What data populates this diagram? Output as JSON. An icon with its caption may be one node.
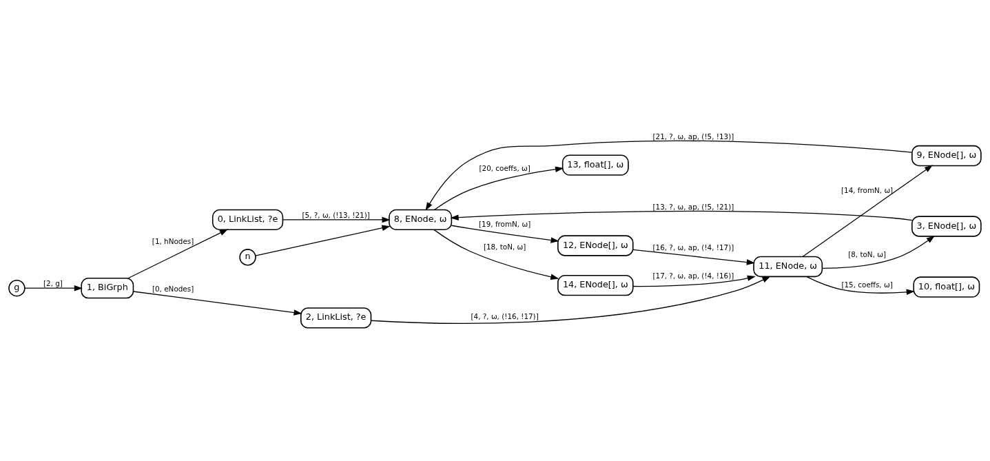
{
  "diagram": {
    "nodes": [
      {
        "text": [
          "0, LinkList, ?e"
        ]
      },
      {
        "text": [
          "1, BiGrph"
        ]
      },
      {
        "text": [
          "2, LinkList, ?e"
        ]
      },
      {
        "text": [
          "3, ENode[], ω"
        ]
      },
      {
        "text": [
          "8, ENode, ω"
        ]
      },
      {
        "text": [
          "9, ENode[], ω"
        ]
      },
      {
        "text": [
          "10, float[], ω"
        ]
      },
      {
        "text": [
          "11, ENode, ω"
        ]
      },
      {
        "text": [
          "12, ENode[], ω"
        ]
      },
      {
        "text": [
          "13, float[], ω"
        ]
      },
      {
        "text": [
          "14, ENode[], ω"
        ]
      },
      {
        "text": [
          "g"
        ]
      },
      {
        "text": [
          "n"
        ]
      }
    ],
    "edges": [
      {
        "from": 11,
        "to": 1,
        "arrow": "to",
        "label": "[2, g]"
      },
      {
        "from": 1,
        "to": 0,
        "arrow": "to",
        "label": "[1, hNodes]"
      },
      {
        "from": 1,
        "to": 2,
        "arrow": "to",
        "label": "[0, eNodes]"
      },
      {
        "from": 0,
        "to": 4,
        "arrow": "to",
        "label": "[5, ?, ω, (!13, !21)]"
      },
      {
        "from": 12,
        "to": 4,
        "arrow": "to"
      },
      {
        "from": 4,
        "to": 9,
        "arrow": "to",
        "label": "[20, coeffs, ω]"
      },
      {
        "from": 4,
        "to": 10,
        "arrow": "to",
        "label": "[18, toN, ω]"
      },
      {
        "from": 4,
        "to": 8,
        "arrow": "to",
        "label": "[19, fromN, ω]"
      },
      {
        "from": 5,
        "to": 4,
        "arrow": "to",
        "label": "[21, ?, ω, ap, (!5, !13)]"
      },
      {
        "from": 3,
        "to": 4,
        "arrow": "to",
        "label": "[13, ?, ω, ap, (!5, !21)]"
      },
      {
        "from": 10,
        "to": 7,
        "arrow": "to",
        "label": "[17, ?, ω, ap, (!4, !16)]"
      },
      {
        "from": 8,
        "to": 7,
        "arrow": "to",
        "label": "[16, ?, ω, ap, (!4, !17)]"
      },
      {
        "from": 7,
        "to": 5,
        "arrow": "to",
        "label": "[14, fromN, ω]"
      },
      {
        "from": 7,
        "to": 3,
        "arrow": "to",
        "label": "[8, toN, ω]"
      },
      {
        "from": 2,
        "to": 7,
        "arrow": "to",
        "label": "[4, ?, ω, (!16, !17)]"
      },
      {
        "from": 7,
        "to": 6,
        "arrow": "to",
        "label": "[15, coeffs, ω]"
      }
    ]
  }
}
